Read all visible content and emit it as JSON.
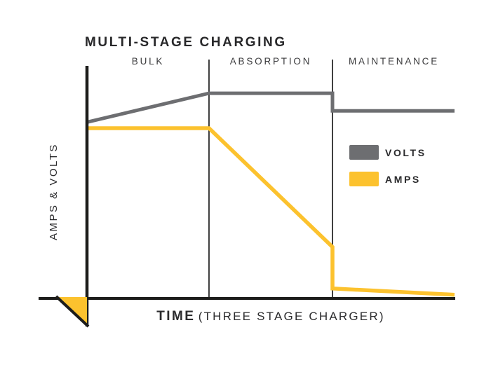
{
  "chart_data": {
    "type": "line",
    "title": "MULTI-STAGE CHARGING",
    "ylabel": "AMPS & VOLTS",
    "xlabel": "TIME (THREE STAGE CHARGER)",
    "xlabel_main": "TIME",
    "xlabel_sub": "(THREE STAGE CHARGER)",
    "x_range": [
      0,
      100
    ],
    "y_range": [
      0,
      100
    ],
    "grid": false,
    "legend_position": "middle-right",
    "background_color": "#ffffff",
    "axis_color": "#1d1d1b",
    "divider_color": "#2b2b2b",
    "stages": [
      {
        "name": "BULK",
        "x_start": 0,
        "x_end": 33.2
      },
      {
        "name": "ABSORPTION",
        "x_start": 33.2,
        "x_end": 66.8
      },
      {
        "name": "MAINTENANCE",
        "x_start": 66.8,
        "x_end": 100
      }
    ],
    "series": [
      {
        "name": "VOLTS",
        "color": "#6d6e71",
        "points": [
          [
            0,
            76
          ],
          [
            33.2,
            88.5
          ],
          [
            66.8,
            88.5
          ],
          [
            66.8,
            80.9
          ],
          [
            100,
            80.9
          ]
        ]
      },
      {
        "name": "AMPS",
        "color": "#fcc22e",
        "points": [
          [
            0,
            73.4
          ],
          [
            33.2,
            73.4
          ],
          [
            66.8,
            22.2
          ],
          [
            66.8,
            4.3
          ],
          [
            100,
            1.6
          ]
        ]
      }
    ]
  }
}
